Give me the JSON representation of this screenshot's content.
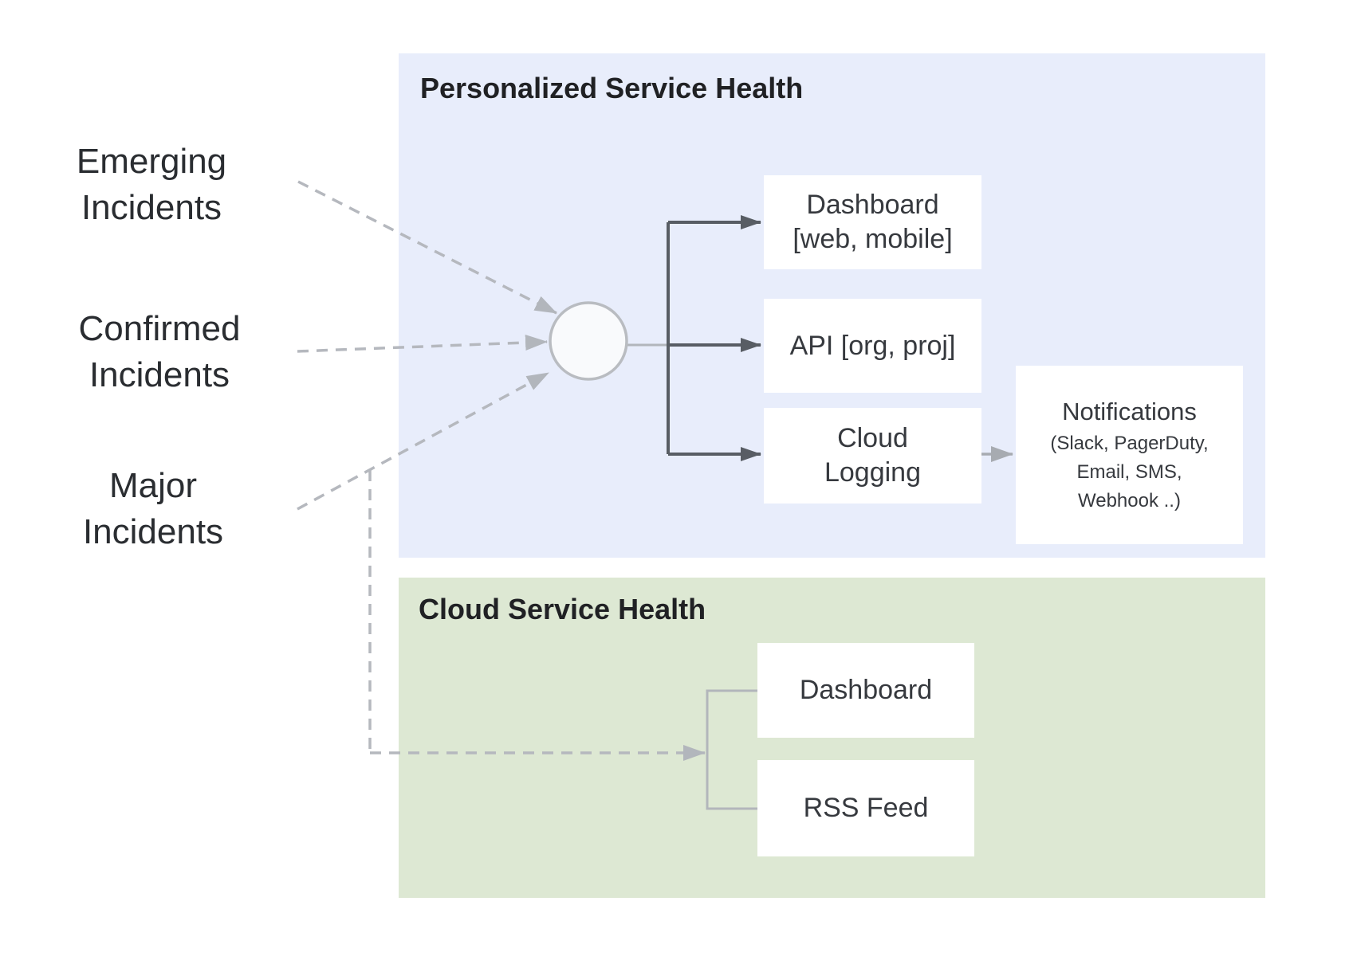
{
  "colors": {
    "personalized_panel_bg": "#e8edfb",
    "cloud_panel_bg": "#dde8d3",
    "node_bg": "#ffffff",
    "title_text": "#202124",
    "label_text": "#2a2d31",
    "node_text": "#36393e",
    "dark_arrow": "#585d64",
    "light_line": "#b2b6bb",
    "dashed_line": "#b5b8be",
    "gray_arrow": "#a7abb1",
    "hub_fill": "#f9fafc",
    "hub_stroke": "#b9bcc1"
  },
  "sources": [
    {
      "line1": "Emerging",
      "line2": "Incidents"
    },
    {
      "line1": "Confirmed",
      "line2": "Incidents"
    },
    {
      "line1": "Major",
      "line2": "Incidents"
    }
  ],
  "personalized": {
    "title": "Personalized Service Health",
    "nodes": {
      "dashboard": {
        "line1": "Dashboard",
        "line2": "[web, mobile]"
      },
      "api": {
        "label": "API [org, proj]"
      },
      "cloud_logging": {
        "line1": "Cloud",
        "line2": "Logging"
      },
      "notifications": {
        "title": "Notifications",
        "sub1": "(Slack, PagerDuty,",
        "sub2": "Email, SMS,",
        "sub3": "Webhook ..)"
      }
    }
  },
  "cloud": {
    "title": "Cloud Service Health",
    "nodes": {
      "dashboard": {
        "label": "Dashboard"
      },
      "rss": {
        "label": "RSS Feed"
      }
    }
  }
}
